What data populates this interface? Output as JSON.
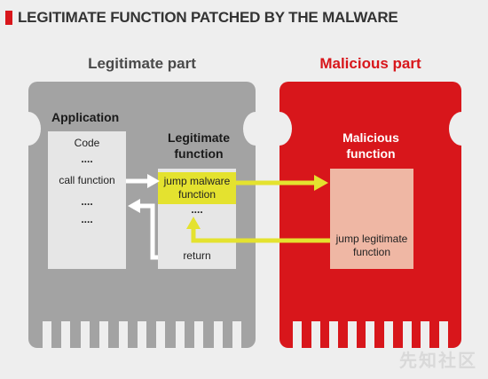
{
  "title": "LEGITIMATE FUNCTION PATCHED BY THE MALWARE",
  "colors": {
    "accent_red": "#d8161b",
    "gray": "#a3a3a3",
    "yellow": "#e4e22f",
    "pink": "#efb7a4"
  },
  "left_part": {
    "label": "Legitimate part",
    "application": {
      "title": "Application",
      "lines": [
        "Code",
        "....",
        "call function",
        "....",
        "...."
      ]
    },
    "legitimate_function": {
      "title": "Legitimate function",
      "patched_line": "jump malware function",
      "dots": "....",
      "return": "return"
    }
  },
  "right_part": {
    "label": "Malicious part",
    "malicious_function": {
      "title": "Malicious function",
      "jump_back": "jump legitimate function"
    }
  },
  "watermark": "先知社区"
}
